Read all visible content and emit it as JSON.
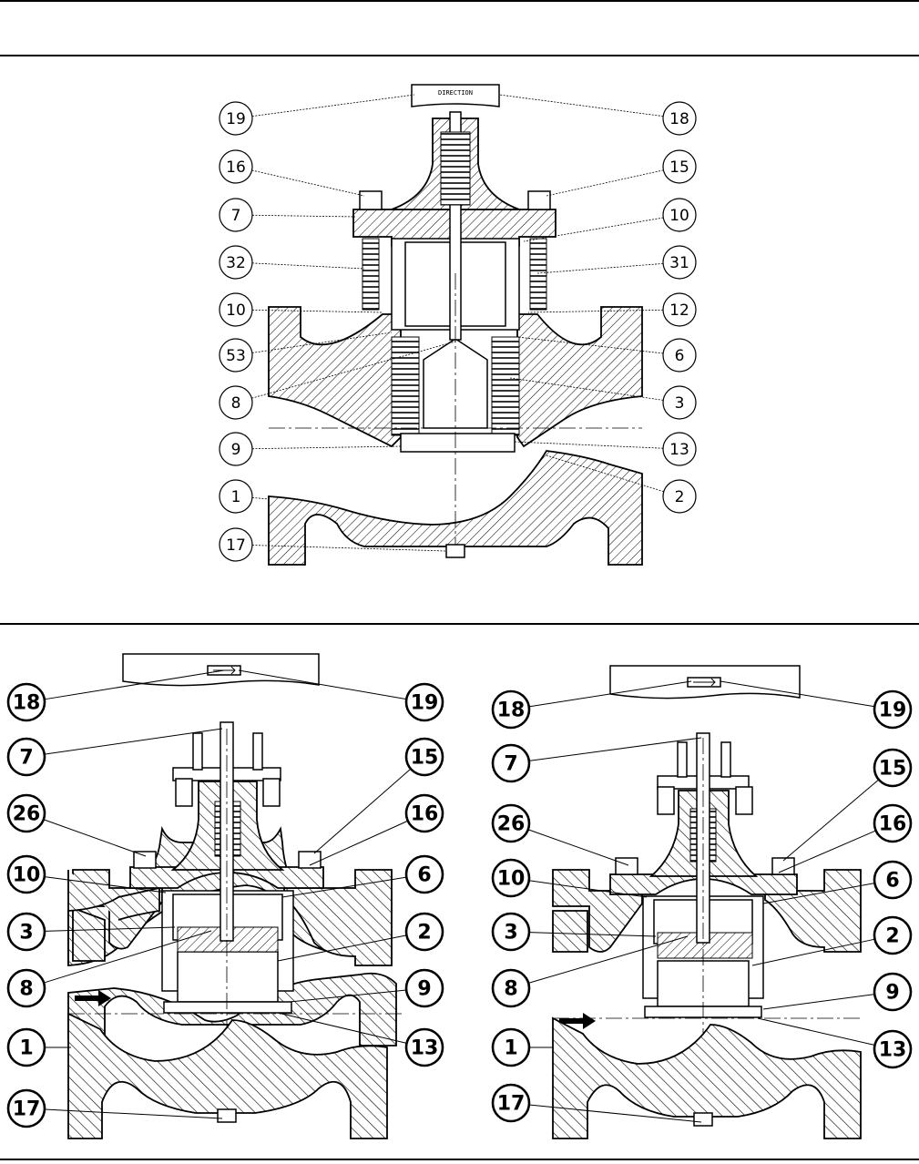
{
  "figures": [
    {
      "id": "top",
      "callouts_left": [
        "19",
        "16",
        "7",
        "32",
        "10",
        "53",
        "8",
        "9",
        "1",
        "17"
      ],
      "callouts_right": [
        "18",
        "15",
        "10",
        "31",
        "12",
        "6",
        "3",
        "13",
        "2"
      ]
    },
    {
      "id": "bottom-left",
      "callouts_left": [
        "18",
        "7",
        "26",
        "10",
        "3",
        "8",
        "1",
        "17"
      ],
      "callouts_right": [
        "19",
        "15",
        "16",
        "6",
        "2",
        "9",
        "13"
      ]
    },
    {
      "id": "bottom-right",
      "callouts_left": [
        "18",
        "7",
        "26",
        "10",
        "3",
        "8",
        "1",
        "17"
      ],
      "callouts_right": [
        "19",
        "15",
        "16",
        "6",
        "2",
        "9",
        "13"
      ]
    }
  ],
  "nameplate_text": "DIRECTION"
}
